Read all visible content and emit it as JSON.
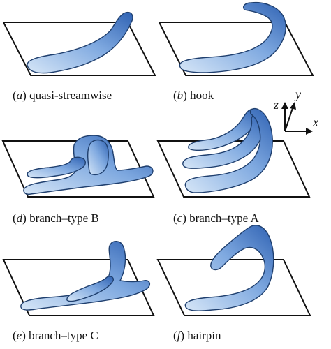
{
  "panels": [
    {
      "id": "a",
      "letter": "a",
      "name": "quasi-streamwise"
    },
    {
      "id": "b",
      "letter": "b",
      "name": "hook"
    },
    {
      "id": "d",
      "letter": "d",
      "name": "branch–type B"
    },
    {
      "id": "c",
      "letter": "c",
      "name": "branch–type A"
    },
    {
      "id": "e",
      "letter": "e",
      "name": "branch–type C"
    },
    {
      "id": "f",
      "letter": "f",
      "name": "hairpin"
    }
  ],
  "axes": {
    "x": "x",
    "y": "y",
    "z": "z"
  },
  "colors": {
    "vortex_light": "#d6e6f7",
    "vortex_mid": "#7fa9e0",
    "vortex_dark": "#2f62b3",
    "outline": "#1f3f6e",
    "plane_edge": "#111111"
  }
}
